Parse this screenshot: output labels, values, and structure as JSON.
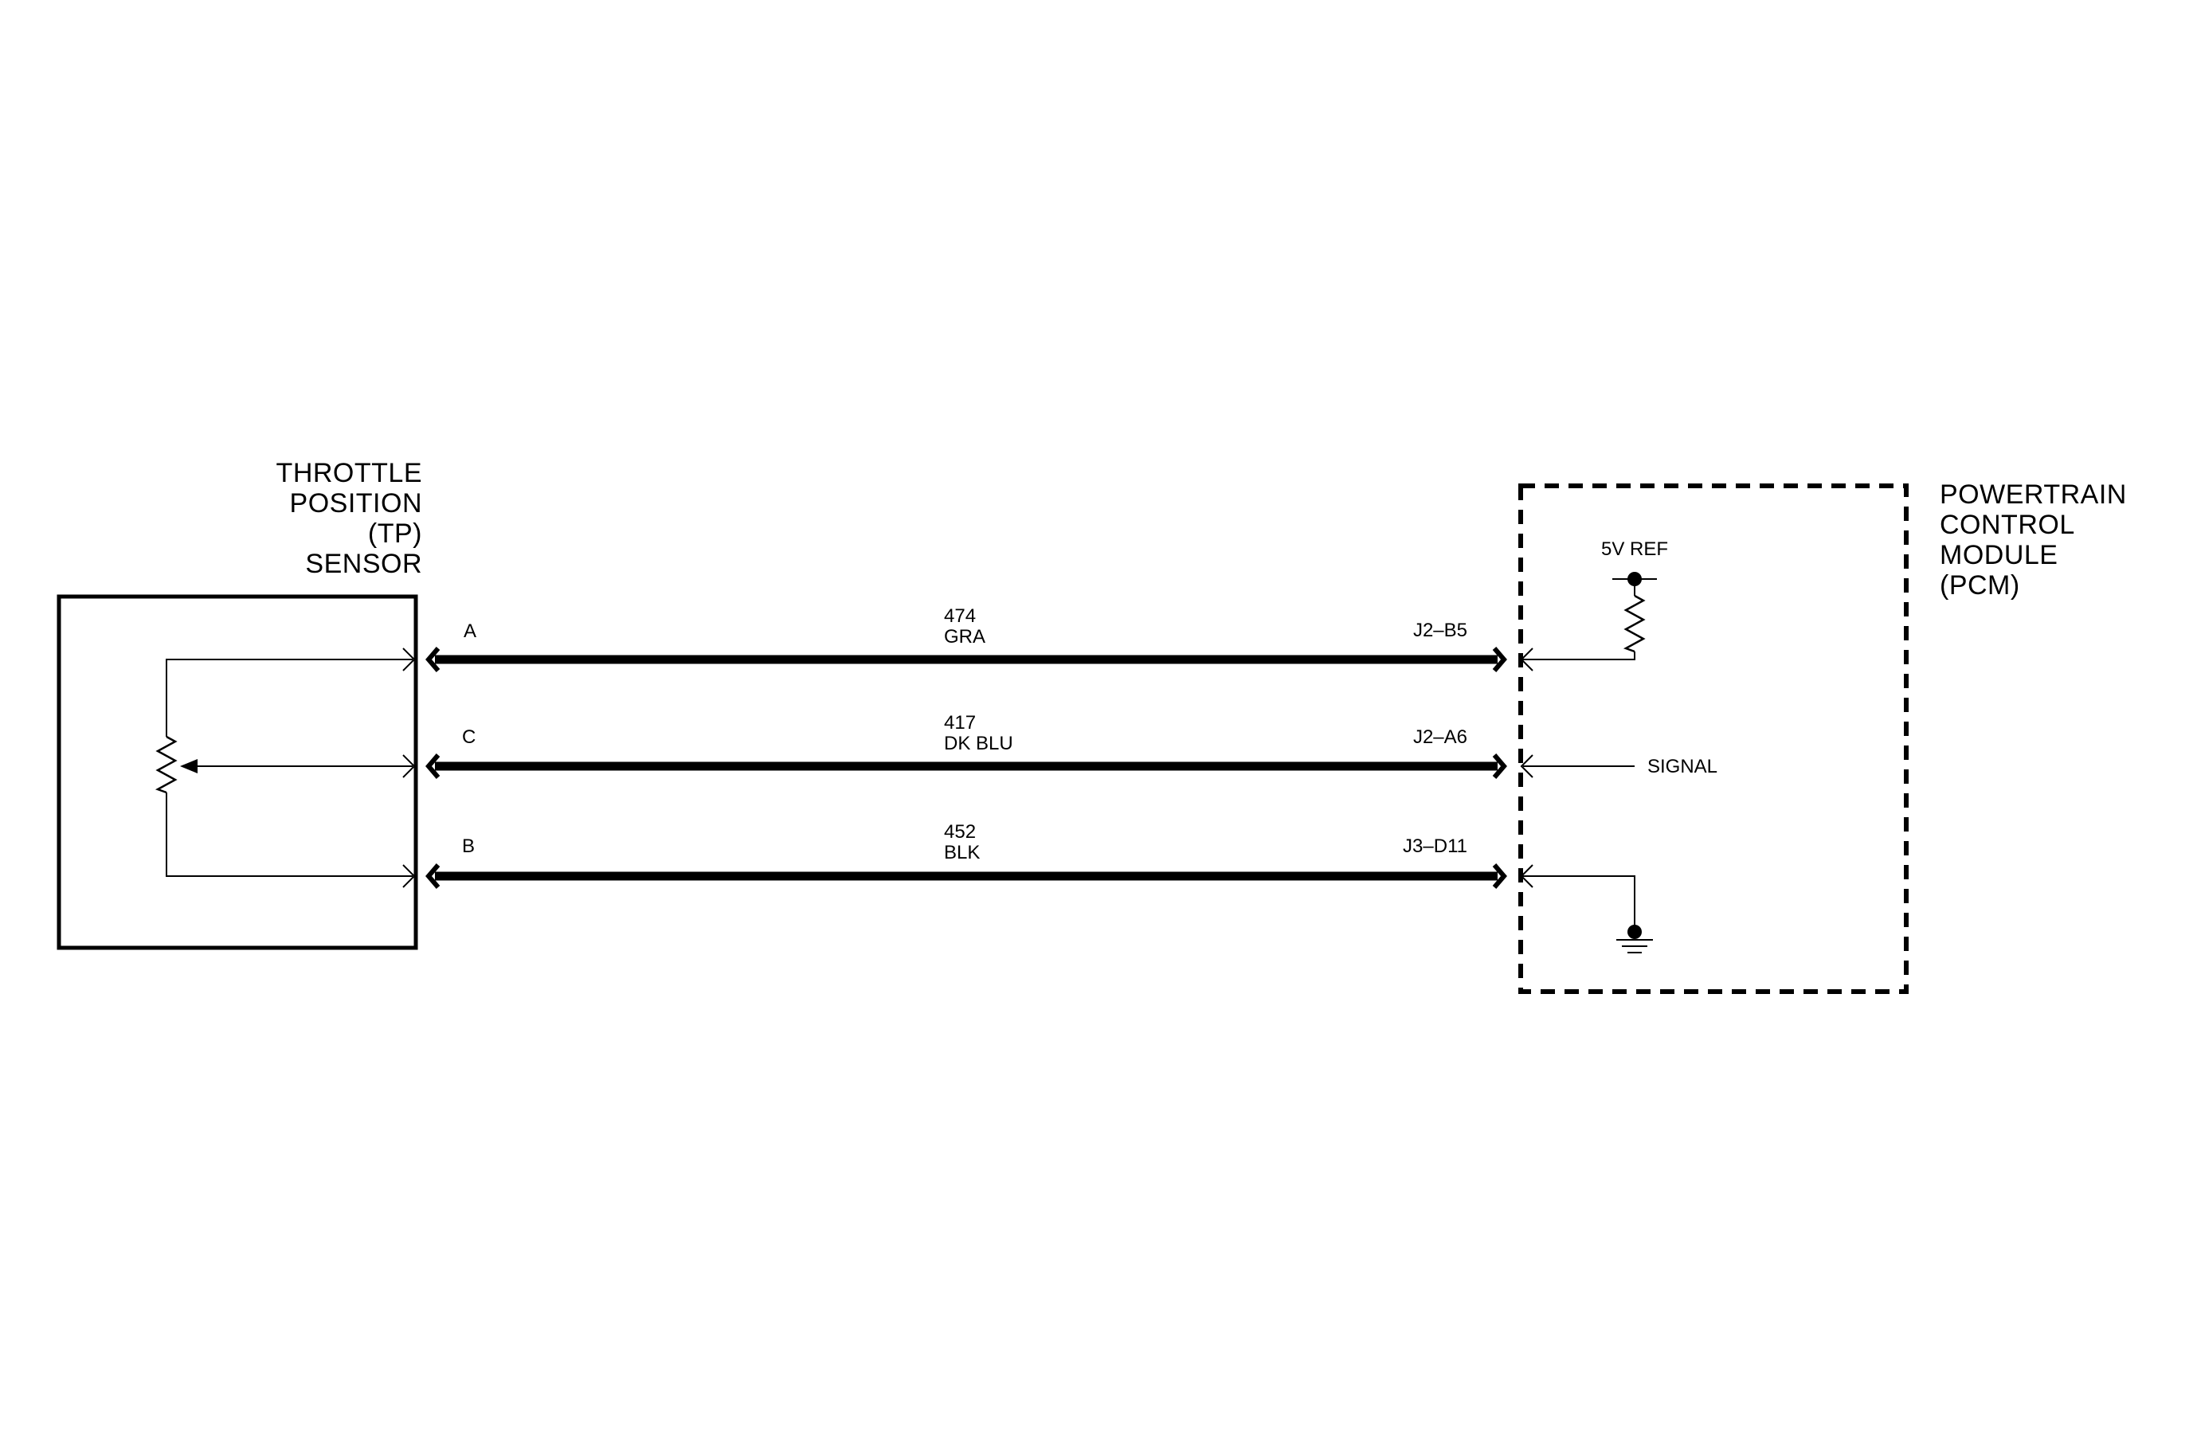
{
  "sensor": {
    "title_lines": [
      "THROTTLE",
      "POSITION",
      "(TP)",
      "SENSOR"
    ]
  },
  "module": {
    "title_lines": [
      "POWERTRAIN",
      "CONTROL",
      "MODULE",
      "(PCM)"
    ],
    "ref_label": "5V REF",
    "signal_label": "SIGNAL"
  },
  "wires": [
    {
      "sensor_pin": "A",
      "circuit": "474",
      "color": "GRA",
      "module_pin": "J2–B5"
    },
    {
      "sensor_pin": "C",
      "circuit": "417",
      "color": "DK BLU",
      "module_pin": "J2–A6"
    },
    {
      "sensor_pin": "B",
      "circuit": "452",
      "color": "BLK",
      "module_pin": "J3–D11"
    }
  ]
}
